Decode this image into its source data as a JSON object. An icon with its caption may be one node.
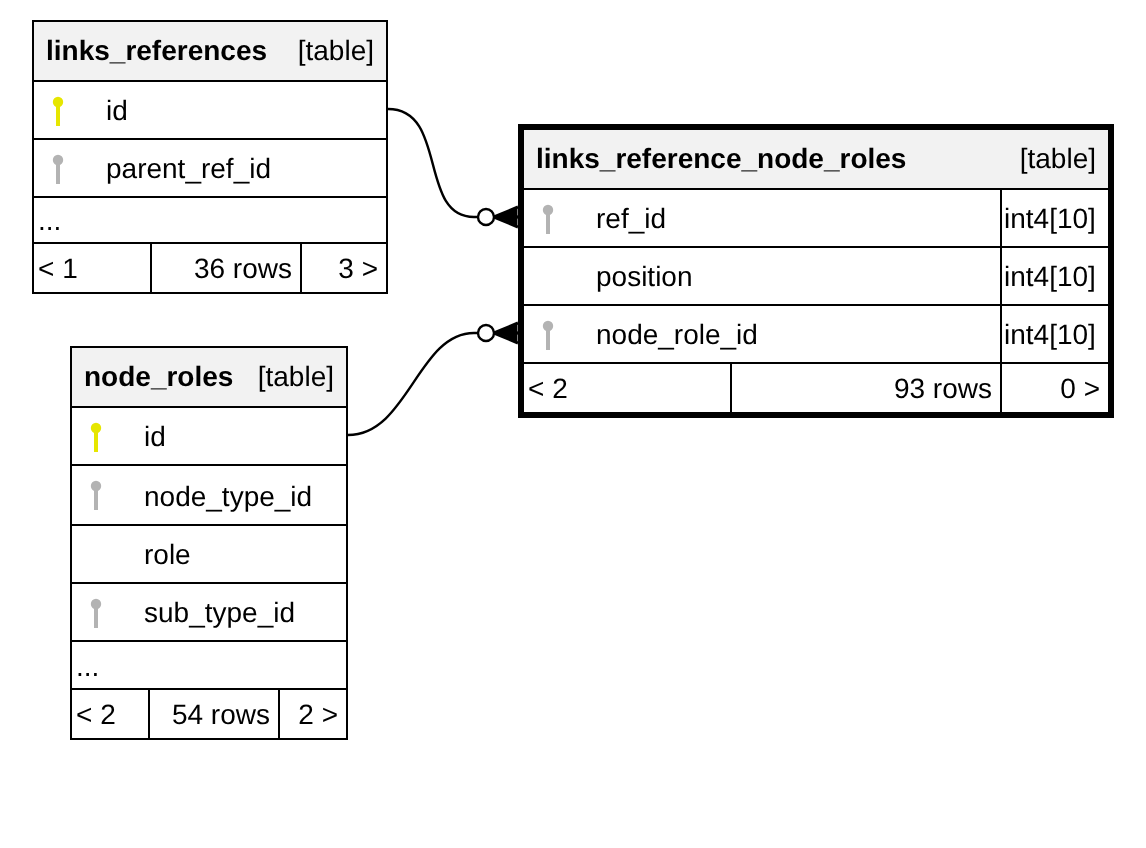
{
  "diagram": {
    "nodes": [
      {
        "text": [
          "links_references",
          "[table]"
        ]
      },
      {
        "text": [
          "id"
        ],
        "in": 0
      },
      {
        "text": [
          "parent_ref_id"
        ],
        "in": 0
      },
      {
        "text": [
          "..."
        ],
        "in": 0
      },
      {
        "text": [
          "< 1",
          "36 rows",
          "3 >"
        ],
        "in": 0
      },
      {
        "text": [
          "links_reference_node_roles",
          "[table]"
        ]
      },
      {
        "text": [
          "ref_id",
          "int4[10]"
        ],
        "in": 5
      },
      {
        "text": [
          "position",
          "int4[10]"
        ],
        "in": 5
      },
      {
        "text": [
          "node_role_id",
          "int4[10]"
        ],
        "in": 5
      },
      {
        "text": [
          "< 2",
          "93 rows",
          "0 >"
        ],
        "in": 5
      },
      {
        "text": [
          "node_roles",
          "[table]"
        ]
      },
      {
        "text": [
          "id"
        ],
        "in": 10
      },
      {
        "text": [
          "node_type_id"
        ],
        "in": 10
      },
      {
        "text": [
          "role"
        ],
        "in": 10
      },
      {
        "text": [
          "sub_type_id"
        ],
        "in": 10
      },
      {
        "text": [
          "..."
        ],
        "in": 10
      },
      {
        "text": [
          "< 2",
          "54 rows",
          "2 >"
        ],
        "in": 10
      }
    ],
    "edges": [
      {
        "from": 1,
        "to": 6,
        "arrow": "other"
      },
      {
        "from": 11,
        "to": 8,
        "arrow": "other"
      }
    ]
  }
}
